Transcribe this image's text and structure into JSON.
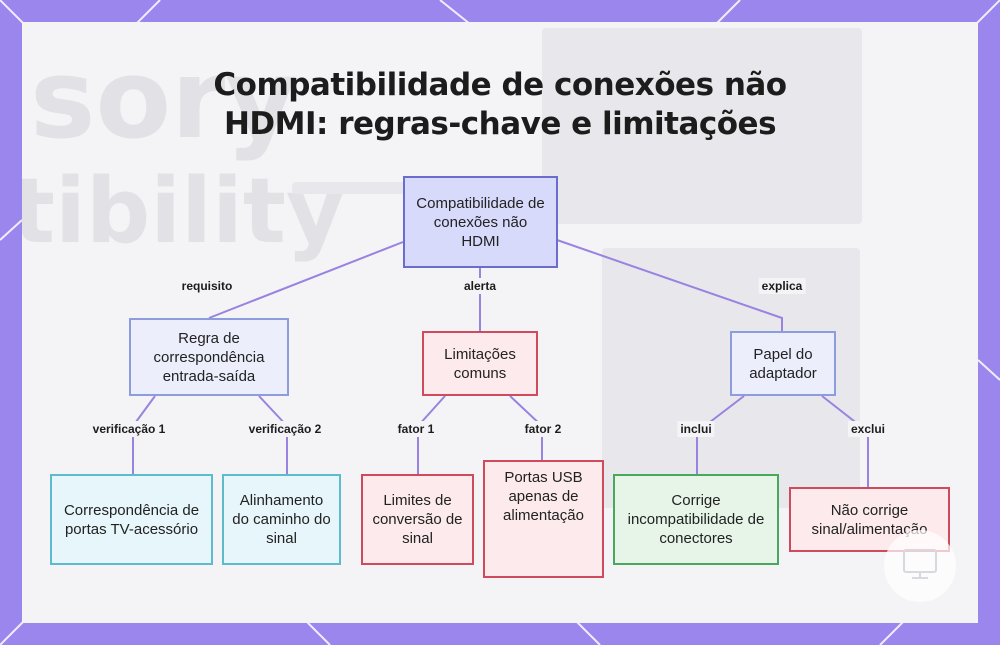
{
  "title": {
    "line1": "Compatibilidade de conexões não",
    "line2": "HDMI: regras-chave e limitações"
  },
  "background_text": {
    "w1": "sory",
    "w2": "tibility"
  },
  "nodes": {
    "root": "Compatibilidade de conexões não HDMI",
    "rule": "Regra de correspondência entrada-saída",
    "limits": "Limitações comuns",
    "adapter": "Papel do adaptador",
    "ports": "Correspondência de portas TV-acessório",
    "path": "Alinhamento do caminho do sinal",
    "conv": "Limites de conversão de sinal",
    "usb": "Portas USB apenas de alimentação",
    "fixes": "Corrige incompatibilidade de conectores",
    "nofix": "Não corrige sinal/alimentação"
  },
  "edges": {
    "requisito": "requisito",
    "alerta": "alerta",
    "explica": "explica",
    "verif1": "verificação 1",
    "verif2": "verificação 2",
    "fator1": "fator 1",
    "fator2": "fator 2",
    "inclui": "inclui",
    "exclui": "exclui"
  },
  "colors": {
    "frame": "#9b86ee",
    "edge": "#9a82e0"
  }
}
